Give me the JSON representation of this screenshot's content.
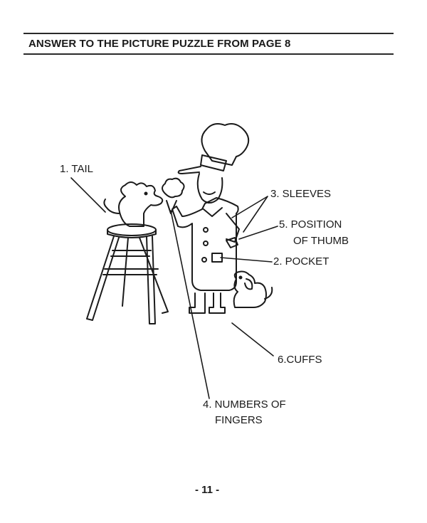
{
  "header": {
    "title": "ANSWER TO THE PICTURE PUZZLE FROM PAGE 8"
  },
  "illustration": {
    "labels": {
      "tail": "1. TAIL",
      "pocket": "2. POCKET",
      "sleeves": "3. SLEEVES",
      "fingers_line1": "4. NUMBERS OF",
      "fingers_line2": "FINGERS",
      "thumb_line1": "5. POSITION",
      "thumb_line2": "OF THUMB",
      "cuffs": "6.CUFFS"
    }
  },
  "footer": {
    "page_number": "- 11 -"
  }
}
